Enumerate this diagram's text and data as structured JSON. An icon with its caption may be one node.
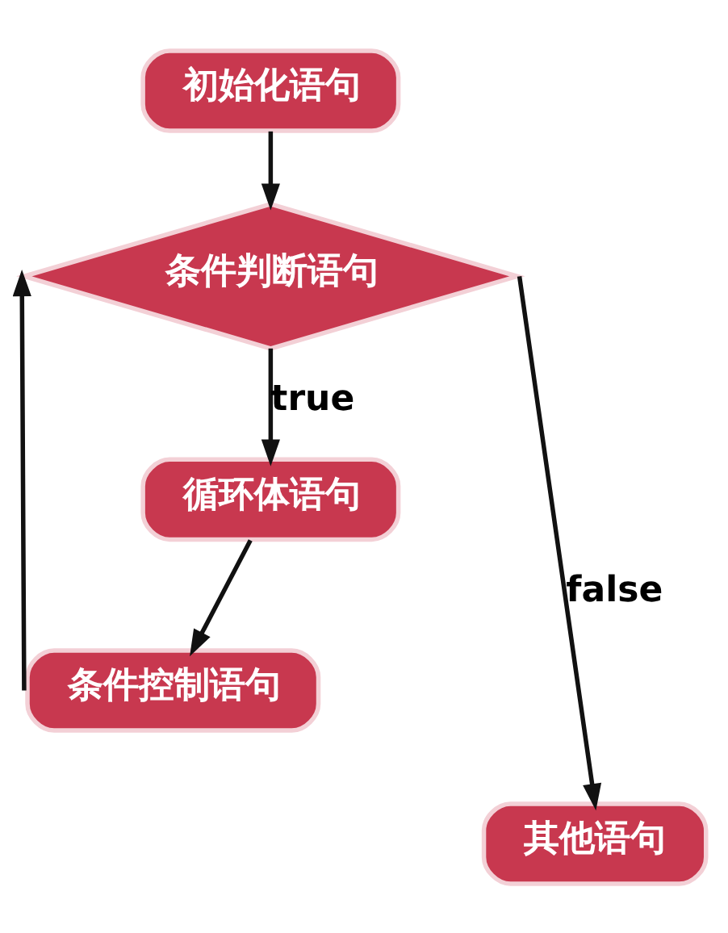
{
  "diagram": {
    "nodes": [
      {
        "text": [
          "初始化语句"
        ]
      },
      {
        "text": [
          "条件判断语句"
        ]
      },
      {
        "text": [
          "循环体语句"
        ]
      },
      {
        "text": [
          "条件控制语句"
        ]
      },
      {
        "text": [
          "其他语句"
        ]
      }
    ],
    "edges": [
      {
        "from": 0,
        "to": 1,
        "arrow": "to"
      },
      {
        "from": 1,
        "to": 2,
        "arrow": "to",
        "label": "true"
      },
      {
        "from": 2,
        "to": 3,
        "arrow": "to"
      },
      {
        "from": 3,
        "to": 1,
        "arrow": "to"
      },
      {
        "from": 1,
        "to": 4,
        "arrow": "to",
        "label": "false"
      }
    ]
  }
}
